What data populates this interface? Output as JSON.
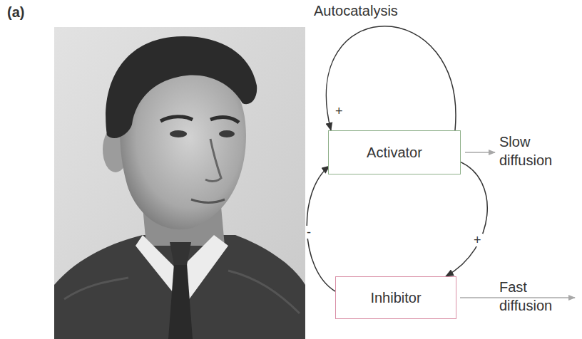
{
  "diagram": {
    "nodes": [
      {
        "text": [
          "Activator"
        ]
      },
      {
        "text": [
          "Inhibitor"
        ]
      }
    ],
    "edges": [
      {
        "from": 0,
        "to": 0,
        "label": "+",
        "arrow": "to"
      },
      {
        "from": 0,
        "to": 1,
        "label": "+",
        "arrow": "to"
      },
      {
        "from": 1,
        "to": 0,
        "label": "-",
        "arrow": "to"
      }
    ],
    "labels": [
      "(a)",
      "Autocatalysis",
      "Slow diffusion",
      "Fast diffusion"
    ]
  }
}
